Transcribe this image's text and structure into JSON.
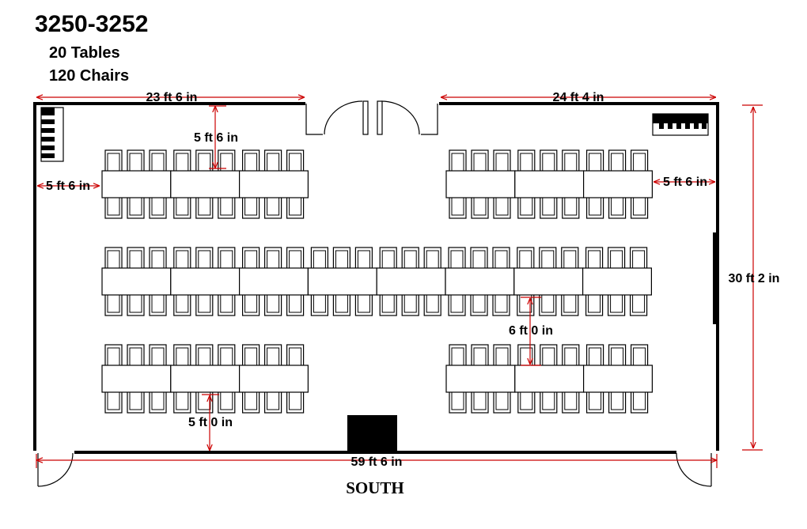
{
  "header": {
    "room_number": "3250-3252",
    "tables_count": "20 Tables",
    "chairs_count": "120 Chairs"
  },
  "dimensions": {
    "north_left_width": "23 ft  6 in",
    "north_right_width": "24 ft  4 in",
    "upper_table_to_wall": "5 ft  6 in",
    "left_wall_gap": "5 ft  6 in",
    "right_wall_gap": "5 ft  6 in",
    "room_depth": "30 ft  2 in",
    "middle_row_gap": "6 ft  0 in",
    "bottom_table_to_wall": "5 ft  0 in",
    "room_width": "59 ft  6 in"
  },
  "orientation_label": "SOUTH",
  "icons": [
    "piano-icon",
    "piano-icon"
  ],
  "colors": {
    "walls": "#000000",
    "dimension_lines": "#cc0000",
    "furniture": "#000000"
  },
  "layout": {
    "rows": [
      {
        "name": "top-left",
        "tables": 3
      },
      {
        "name": "top-right",
        "tables": 3
      },
      {
        "name": "middle",
        "tables": 8
      },
      {
        "name": "bottom-left",
        "tables": 3
      },
      {
        "name": "bottom-right",
        "tables": 3
      }
    ],
    "chairs_per_table_side": 3
  }
}
